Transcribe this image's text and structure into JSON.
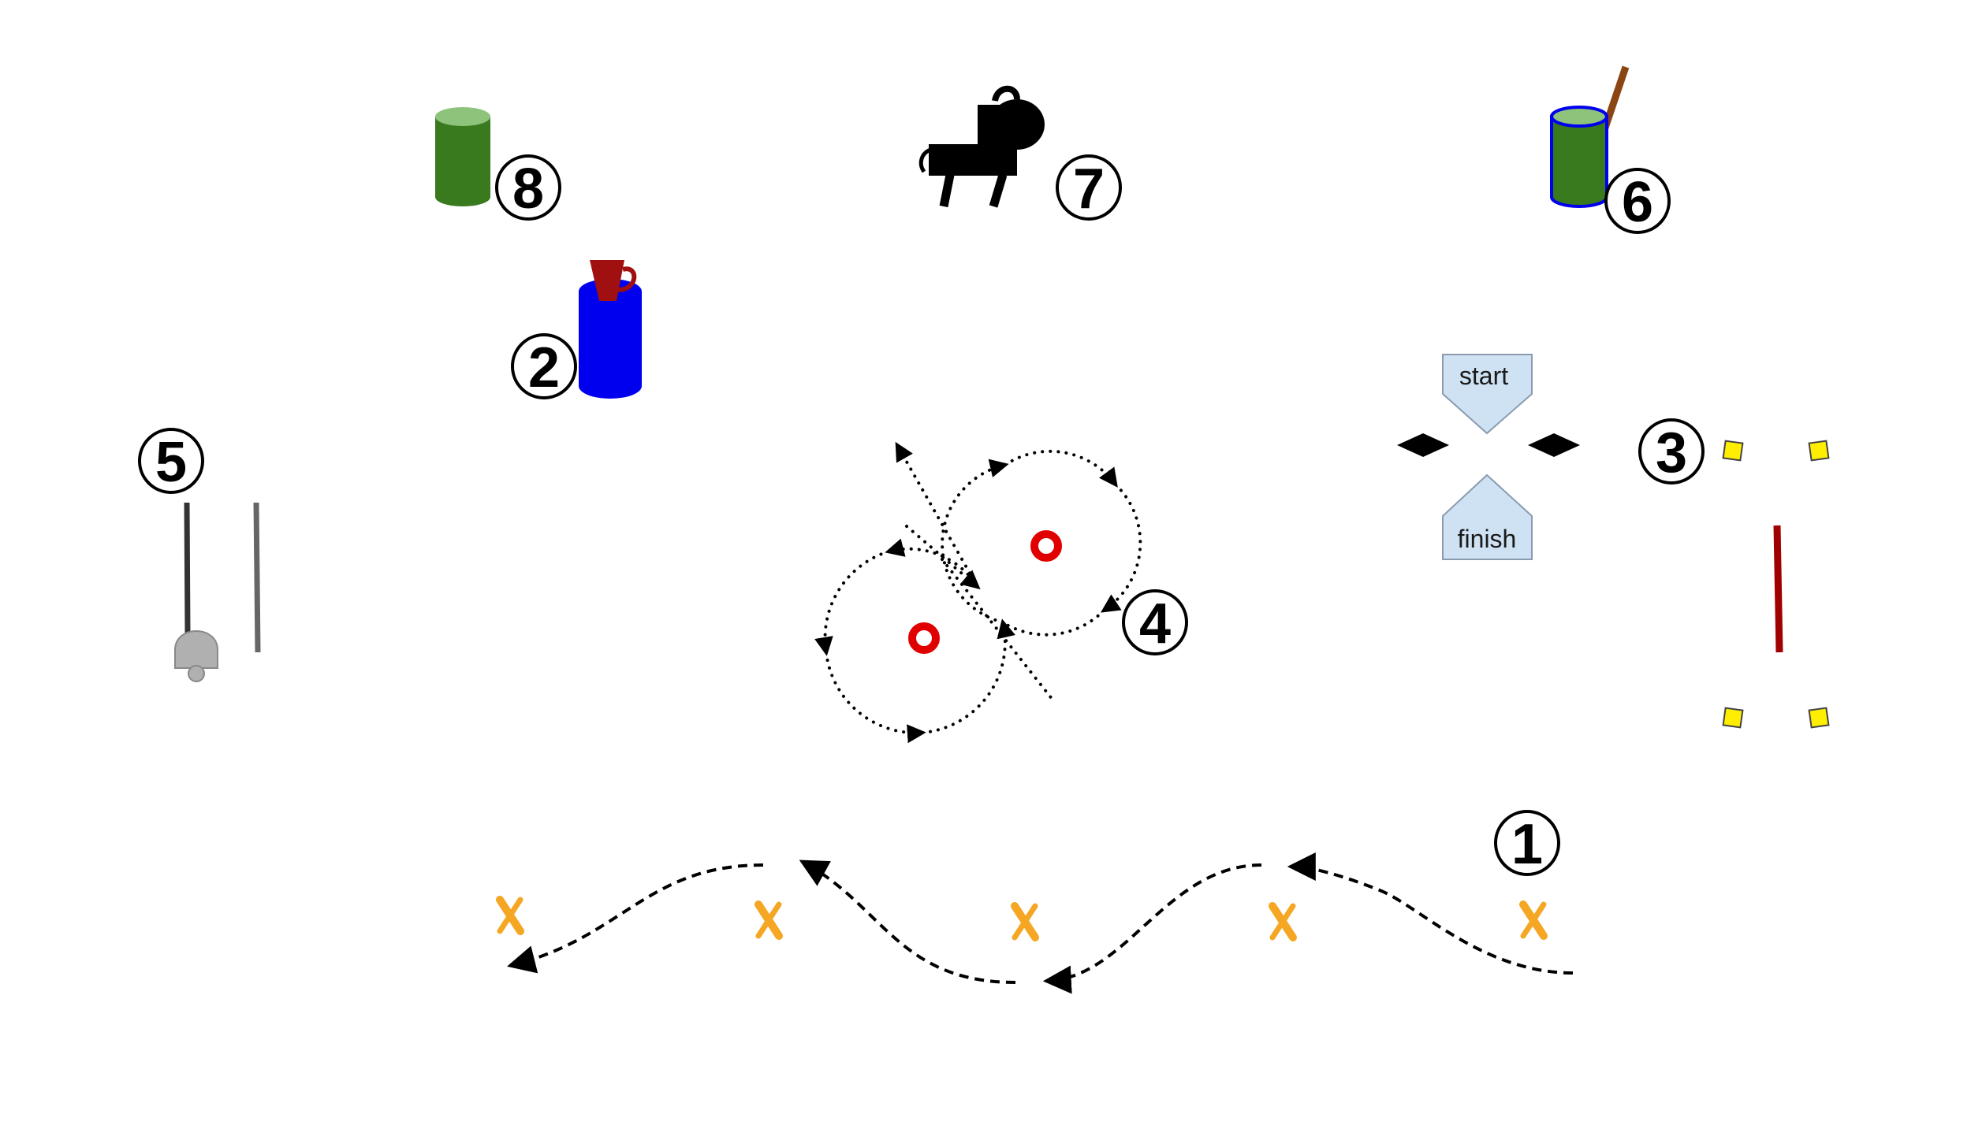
{
  "stations": [
    {
      "id": "station-1",
      "label": "1"
    },
    {
      "id": "station-2",
      "label": "2"
    },
    {
      "id": "station-3",
      "label": "3"
    },
    {
      "id": "station-4",
      "label": "4"
    },
    {
      "id": "station-5",
      "label": "5"
    },
    {
      "id": "station-6",
      "label": "6"
    },
    {
      "id": "station-7",
      "label": "7"
    },
    {
      "id": "station-8",
      "label": "8"
    }
  ],
  "signs": {
    "start": "start",
    "finish": "finish"
  },
  "colors": {
    "barrel_green": "#3a7a1e",
    "barrel_blue": "#0000ee",
    "jug_red": "#a01010",
    "cone_orange": "#f5a623",
    "marker_yellow": "#ffee00",
    "pole_red": "#a00000",
    "ring_red": "#e00000",
    "sign_blue": "#cfe2f3",
    "bell_gray": "#b0b0b0"
  },
  "icons": [
    "green-barrel-icon",
    "blue-barrel-with-jug-icon",
    "horse-icon",
    "barrel-with-stick-icon",
    "bell-icon",
    "cone-icon",
    "diamond-marker-icon"
  ]
}
